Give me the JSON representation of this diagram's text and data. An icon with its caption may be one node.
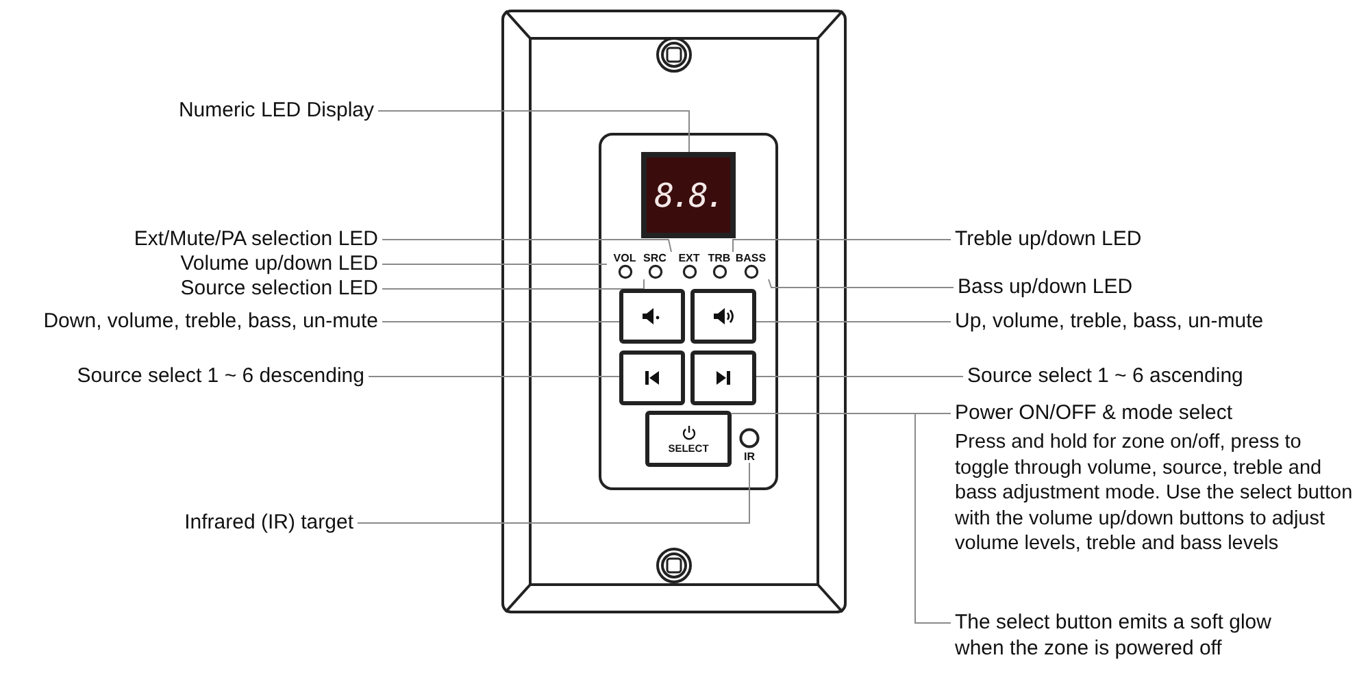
{
  "diagram": {
    "nodes": [
      {
        "text": [
          "Numeric LED Display"
        ]
      },
      {
        "text": [
          "8.8."
        ]
      },
      {
        "text": [
          "Ext/Mute/PA selection LED"
        ]
      },
      {
        "text": [
          "Volume up/down LED"
        ]
      },
      {
        "text": [
          "Source selection LED"
        ]
      },
      {
        "text": [
          "VOL"
        ]
      },
      {
        "text": [
          "SRC"
        ]
      },
      {
        "text": [
          "EXT"
        ]
      },
      {
        "text": [
          "TRB"
        ]
      },
      {
        "text": [
          "BASS"
        ]
      },
      {
        "text": [
          "Treble up/down LED"
        ]
      },
      {
        "text": [
          "Bass up/down LED"
        ]
      },
      {
        "text": [
          "Down, volume, treble, bass, un-mute"
        ]
      },
      {
        "text": [],
        "shape": "box"
      },
      {
        "text": [],
        "shape": "box"
      },
      {
        "text": [
          "Up, volume, treble, bass, un-mute"
        ]
      },
      {
        "text": [
          "Source select 1 ~ 6 descending"
        ]
      },
      {
        "text": [],
        "shape": "box"
      },
      {
        "text": [],
        "shape": "box"
      },
      {
        "text": [
          "Source select 1 ~ 6 ascending"
        ]
      },
      {
        "text": [
          "SELECT"
        ]
      },
      {
        "text": [
          "Power ON/OFF & mode select",
          "Press and hold for zone on/off, press to toggle through volume, source, treble and bass adjustment mode. Use the select button with the volume up/down buttons to adjust volume levels, treble and bass levels"
        ]
      },
      {
        "text": [
          "The select button emits a soft glow when the zone is powered off"
        ]
      },
      {
        "text": [
          "IR"
        ]
      },
      {
        "text": [
          "Infrared (IR) target"
        ]
      }
    ],
    "edges": [
      {
        "from": 0,
        "to": 1,
        "arrow": "none"
      },
      {
        "from": 2,
        "to": 7,
        "arrow": "none"
      },
      {
        "from": 3,
        "to": 5,
        "arrow": "none"
      },
      {
        "from": 4,
        "to": 6,
        "arrow": "none"
      },
      {
        "from": 10,
        "to": 8,
        "arrow": "none"
      },
      {
        "from": 11,
        "to": 9,
        "arrow": "none"
      },
      {
        "from": 12,
        "to": 13,
        "arrow": "none"
      },
      {
        "from": 15,
        "to": 14,
        "arrow": "none"
      },
      {
        "from": 16,
        "to": 17,
        "arrow": "none"
      },
      {
        "from": 19,
        "to": 18,
        "arrow": "none"
      },
      {
        "from": 21,
        "to": 20,
        "arrow": "none"
      },
      {
        "from": 22,
        "to": 20,
        "arrow": "none"
      },
      {
        "from": 24,
        "to": 23,
        "arrow": "none"
      }
    ]
  }
}
